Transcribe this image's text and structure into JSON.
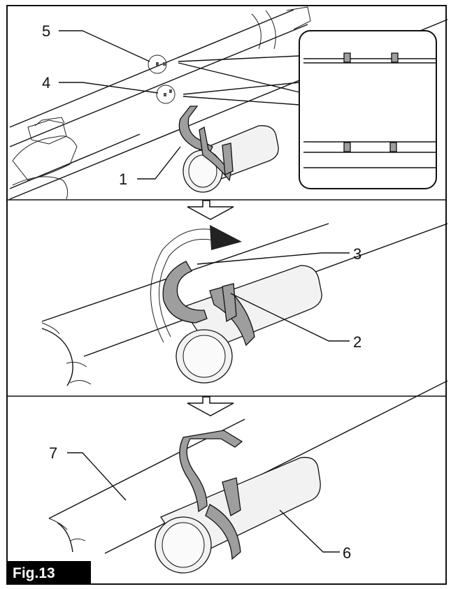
{
  "figure": {
    "label": "Fig.13",
    "callouts": {
      "n1": "1",
      "n2": "2",
      "n3": "3",
      "n4": "4",
      "n5": "5",
      "n6": "6",
      "n7": "7"
    }
  },
  "colors": {
    "clip_fill": "#9e9e9e",
    "line": "#111111",
    "label_bg": "#000000"
  }
}
